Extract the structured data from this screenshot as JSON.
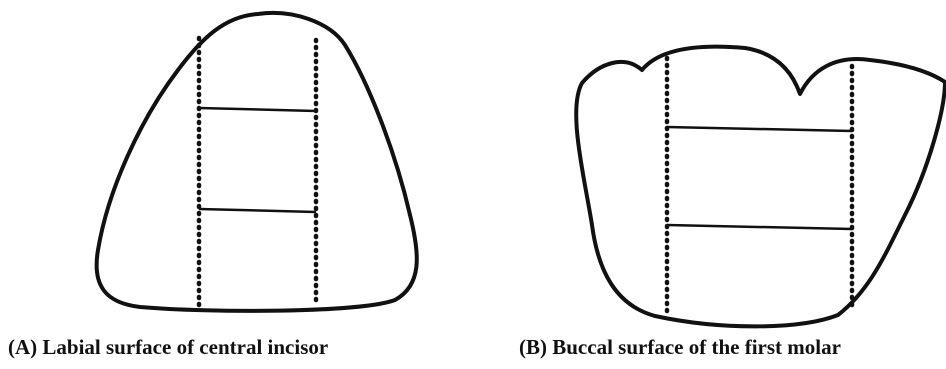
{
  "figures": [
    {
      "id": "A",
      "caption": "(A) Labial surface of central incisor"
    },
    {
      "id": "B",
      "caption": "(B) Buccal surface of the first molar"
    }
  ],
  "colors": {
    "ink": "#111111",
    "background": "#ffffff"
  }
}
